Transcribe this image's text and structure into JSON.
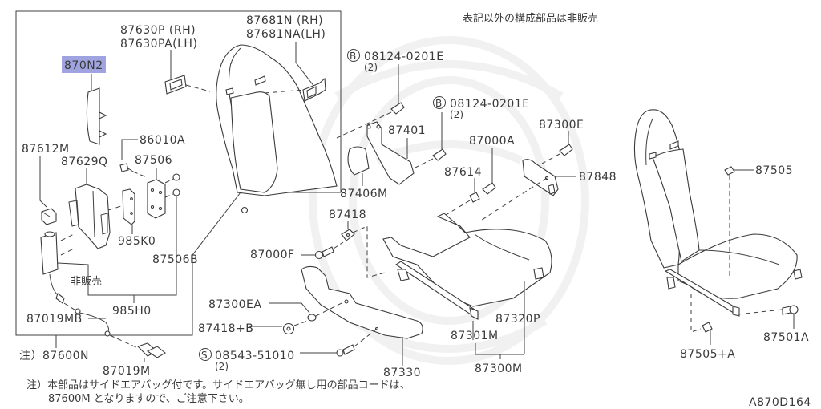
{
  "diagram": {
    "reference_code": "A870D164",
    "note_top": "表記以外の構成部品は非販売",
    "footnote_line1": "注）本部品はサイドエアバッグ付です。サイドエアバッグ無し用の部品コードは、",
    "footnote_line2": "87600M となりますので、ご注意下さい。",
    "highlight_color": "#7f86d6",
    "selected_label": "870N2",
    "assembly_box": {
      "label": "注）87600N",
      "not_sold": "非販売"
    },
    "labels": {
      "p870N2": "870N2",
      "p87630P": "87630P (RH)",
      "p87630PA": "87630PA(LH)",
      "p87681N": "87681N (RH)",
      "p87681NA": "87681NA(LH)",
      "p87612M": "87612M",
      "p87629Q": "87629Q",
      "p86010A": "86010A",
      "p87506": "87506",
      "p985K0": "985K0",
      "p87506B": "87506B",
      "p985H0": "985H0",
      "p87019MB": "87019MB",
      "p87019M": "87019M",
      "bolt1_code": "08124-0201E",
      "bolt1_qty": "(2)",
      "bolt2_code": "08124-0201E",
      "bolt2_qty": "(2)",
      "p87401": "87401",
      "p87406M": "87406M",
      "p87300E": "87300E",
      "p87000A": "87000A",
      "p87614": "87614",
      "p87848": "87848",
      "p87418": "87418",
      "p87000F": "87000F",
      "p87300EA": "87300EA",
      "p87418B": "87418+B",
      "screw_code": "08543-51010",
      "screw_qty": "(2)",
      "p87330": "87330",
      "p87320P": "87320P",
      "p87301M": "87301M",
      "p87300M": "87300M",
      "p87505": "87505",
      "p87505A": "87505+A",
      "p87501A": "87501A"
    },
    "symbols": {
      "bolt_marker": "B",
      "screw_marker": "S"
    }
  }
}
